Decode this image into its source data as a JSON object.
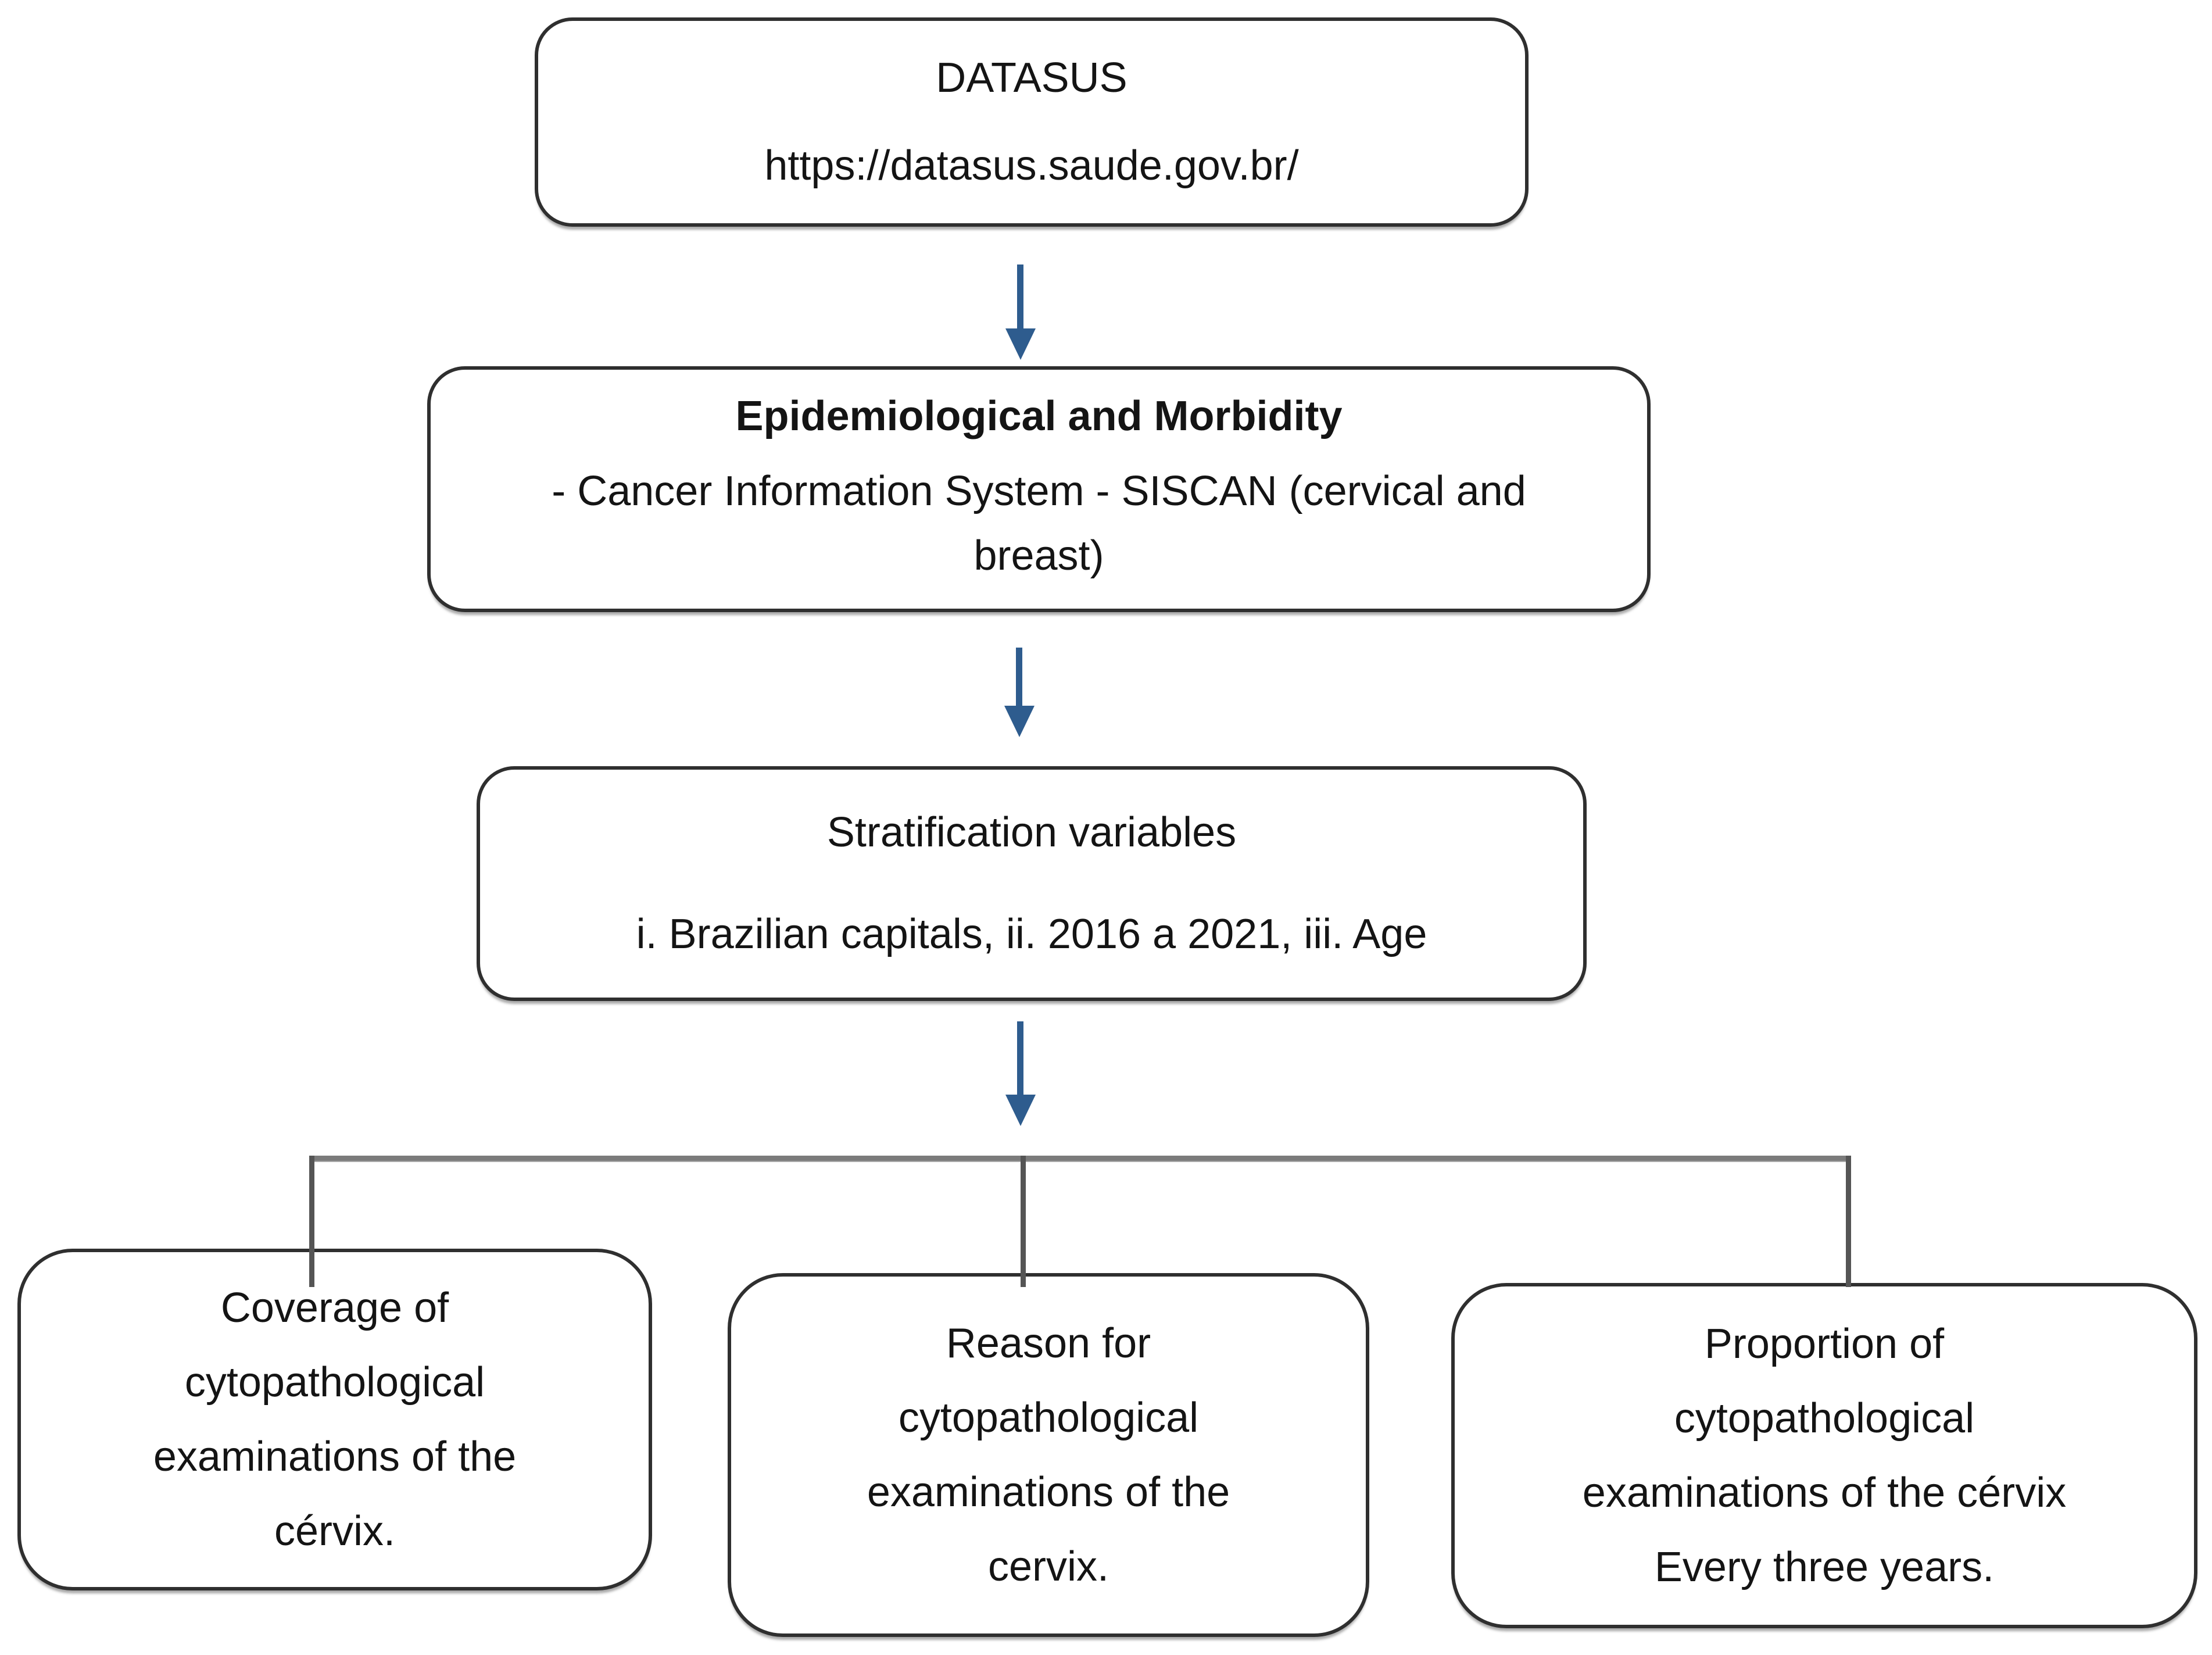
{
  "diagram": {
    "colors": {
      "arrow_color": "#2e5c8e",
      "connector_bar_color": "#7b7b7b",
      "connector_line_color": "#555555",
      "box_border_color": "#2f2f2f",
      "text_color": "#141414"
    },
    "nodes": {
      "datasus": {
        "title": "DATASUS",
        "url": "https://datasus.saude.gov.br/"
      },
      "siscan": {
        "heading": "Epidemiological and Morbidity",
        "body": "- Cancer Information System - SISCAN (cervical and\nbreast)"
      },
      "stratification": {
        "title": "Stratification variables",
        "items": "i. Brazilian capitals, ii. 2016 a 2021, iii. Age"
      },
      "coverage": {
        "text": "Coverage of\ncytopathological\nexaminations of the\ncérvix."
      },
      "reason": {
        "text": "Reason for\ncytopathological\nexaminations of the\ncervix."
      },
      "proportion": {
        "text": "Proportion of\ncytopathological\nexaminations of the cérvix\nEvery three years."
      }
    }
  }
}
